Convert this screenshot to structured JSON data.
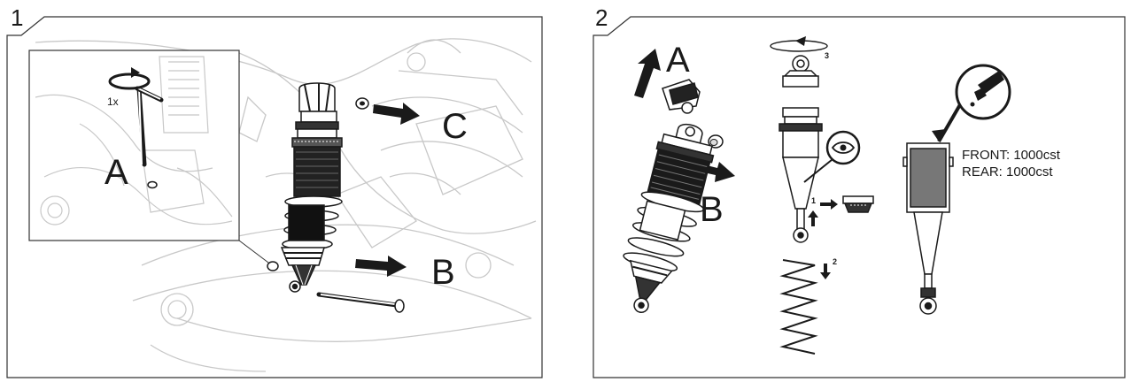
{
  "panels": [
    {
      "step": "1",
      "inset_label": "1x",
      "callouts": [
        "A",
        "B",
        "C"
      ]
    },
    {
      "step": "2",
      "callouts": [
        "A",
        "B"
      ],
      "substeps": [
        "1",
        "2",
        "3"
      ],
      "oil": {
        "front": "FRONT: 1000cst",
        "rear": "REAR: 1000cst"
      }
    }
  ],
  "icons": [
    "hex-wrench-icon",
    "rotate-arrow-icon",
    "inspect-eye-icon",
    "oil-bottle-icon",
    "push-arrow-icon"
  ]
}
